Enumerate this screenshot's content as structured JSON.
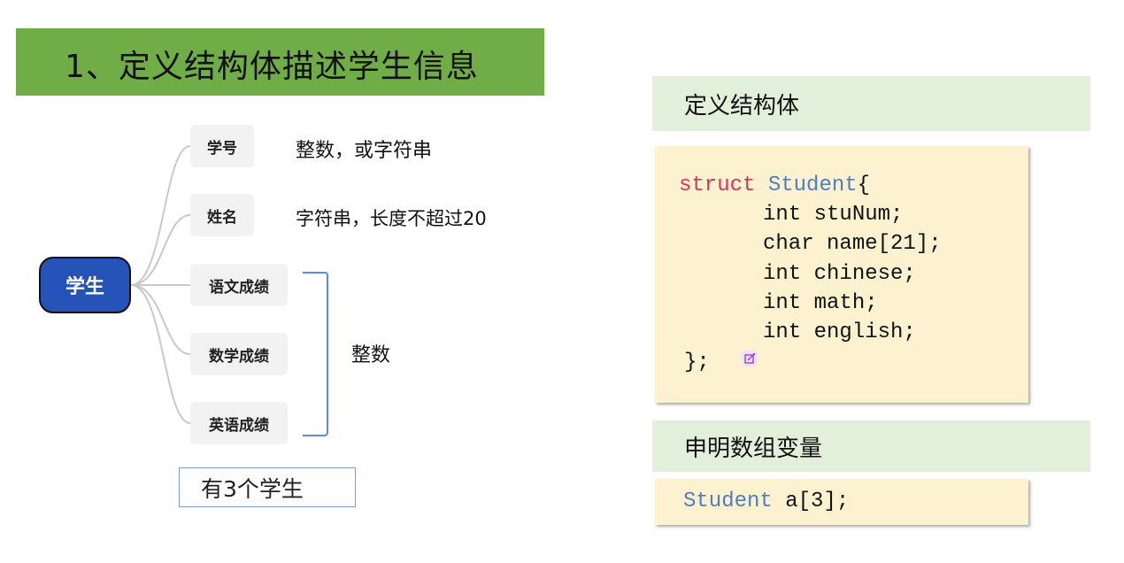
{
  "title": "1、定义结构体描述学生信息",
  "mindmap": {
    "root": "学生",
    "branches": [
      {
        "label": "学号"
      },
      {
        "label": "姓名"
      },
      {
        "label": "语文成绩"
      },
      {
        "label": "数学成绩"
      },
      {
        "label": "英语成绩"
      }
    ],
    "notes": {
      "id_note": "整数，或字符串",
      "name_note": "字符串，长度不超过20",
      "scores_note": "整数"
    },
    "count_label": "有3个学生"
  },
  "struct_section": {
    "heading": "定义结构体",
    "code": {
      "keyword": "struct",
      "type_name": "Student",
      "open_brace": "{",
      "fields": [
        "int stuNum;",
        "char name[21];",
        "int chinese;",
        "int math;",
        "int english;"
      ],
      "close": "};"
    }
  },
  "array_section": {
    "heading": "申明数组变量",
    "code": {
      "type_name": "Student",
      "rest": " a[3];"
    }
  },
  "colors": {
    "title_banner": "#70ad47",
    "root_node": "#2653b8",
    "section_bar": "#e2efda",
    "code_bg": "#fdf2d0",
    "keyword": "#d0355a",
    "type": "#4f7dbf"
  },
  "icons": [
    "edit-icon"
  ]
}
